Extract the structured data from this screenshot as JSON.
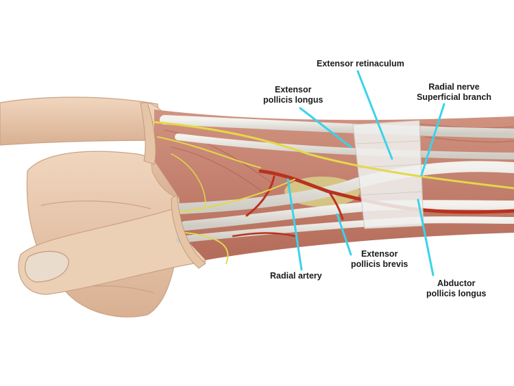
{
  "labels": {
    "extensor_retinaculum": "Extensor retinaculum",
    "extensor_pollicis_longus": [
      "Extensor",
      "pollicis longus"
    ],
    "radial_nerve": [
      "Radial nerve",
      "Superficial branch"
    ],
    "radial_artery": "Radial artery",
    "extensor_pollicis_brevis": [
      "Extensor",
      "pollicis brevis"
    ],
    "abductor_pollicis_longus": [
      "Abductor",
      "pollicis longus"
    ]
  },
  "colors": {
    "background": "#ffffff",
    "skin": "#e9c9ad",
    "skin_shadow": "#c9a284",
    "muscle": "#c8806d",
    "muscle_dark": "#a85a4a",
    "tendon": "#e4e2dc",
    "retinaculum": "#f0f0ee",
    "artery": "#b8321f",
    "nerve": "#e3d84a",
    "fat": "#d8d08a",
    "leader_line": "#39d3ea",
    "label_text": "#1a1a1a"
  }
}
